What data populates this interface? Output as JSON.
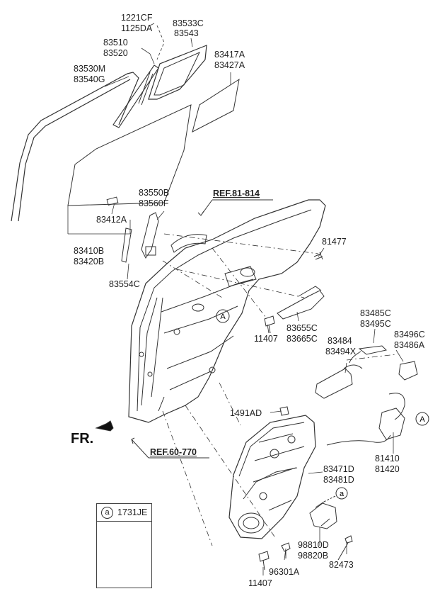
{
  "labels": {
    "l1221": "1221CF",
    "l1125": "1125DA",
    "l83533": "83533C",
    "l83543": "83543",
    "l83510": "83510",
    "l83520": "83520",
    "l83530": "83530M",
    "l83540": "83540G",
    "l83417": "83417A",
    "l83427": "83427A",
    "l83550": "83550B",
    "l83560": "83560F",
    "l83412": "83412A",
    "l83410": "83410B",
    "l83420": "83420B",
    "l83554": "83554C",
    "l81477": "81477",
    "l11407a": "11407",
    "l83655": "83655C",
    "l83665": "83665C",
    "l83485": "83485C",
    "l83495": "83495C",
    "l83484": "83484",
    "l83494": "83494X",
    "l83496": "83496C",
    "l83486": "83486A",
    "l1491": "1491AD",
    "l81410": "81410",
    "l81420": "81420",
    "l83471": "83471D",
    "l83481": "83481D",
    "l98810": "98810D",
    "l98820": "98820B",
    "l82473": "82473",
    "l96301": "96301A",
    "l11407b": "11407"
  },
  "refs": {
    "ref1": "REF.81-814",
    "ref2": "REF.60-770"
  },
  "markers": {
    "A": "A",
    "a": "a"
  },
  "direction": "FR.",
  "legend": {
    "marker": "a",
    "code": "1731JE"
  }
}
